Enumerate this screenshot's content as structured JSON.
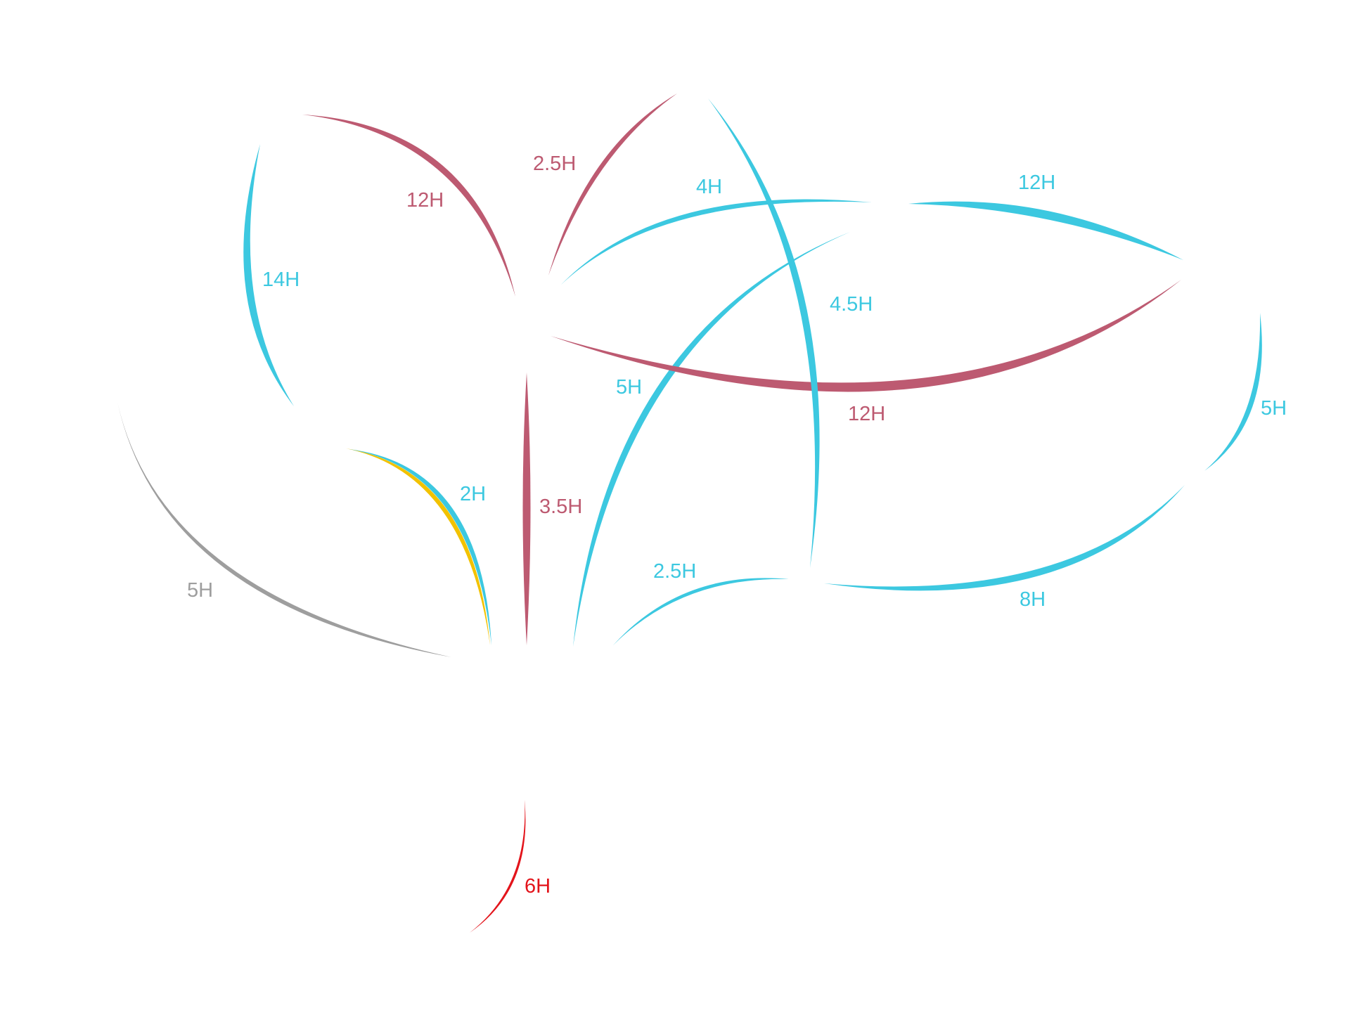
{
  "colors": {
    "cyan": "#3cc8e0",
    "rose": "#bd5a71",
    "gray": "#9e9e9e",
    "red": "#e3141b",
    "yellow": "#f2c200"
  },
  "arcs": [
    {
      "id": "arc-14h",
      "label": "14H",
      "color": "cyan"
    },
    {
      "id": "arc-12h-left",
      "label": "12H",
      "color": "rose"
    },
    {
      "id": "arc-2-5h-top",
      "label": "2.5H",
      "color": "rose"
    },
    {
      "id": "arc-4h",
      "label": "4H",
      "color": "cyan"
    },
    {
      "id": "arc-12h-top",
      "label": "12H",
      "color": "cyan"
    },
    {
      "id": "arc-4-5h",
      "label": "4.5H",
      "color": "cyan"
    },
    {
      "id": "arc-5h-center",
      "label": "5H",
      "color": "cyan"
    },
    {
      "id": "arc-12h-lower",
      "label": "12H",
      "color": "rose"
    },
    {
      "id": "arc-5h-right",
      "label": "5H",
      "color": "cyan"
    },
    {
      "id": "arc-2h",
      "label": "2H",
      "color": "cyan"
    },
    {
      "id": "arc-3-5h",
      "label": "3.5H",
      "color": "rose"
    },
    {
      "id": "arc-5h-gray",
      "label": "5H",
      "color": "gray"
    },
    {
      "id": "arc-2-5h-bottom",
      "label": "2.5H",
      "color": "cyan"
    },
    {
      "id": "arc-8h",
      "label": "8H",
      "color": "cyan"
    },
    {
      "id": "arc-6h",
      "label": "6H",
      "color": "red"
    }
  ]
}
